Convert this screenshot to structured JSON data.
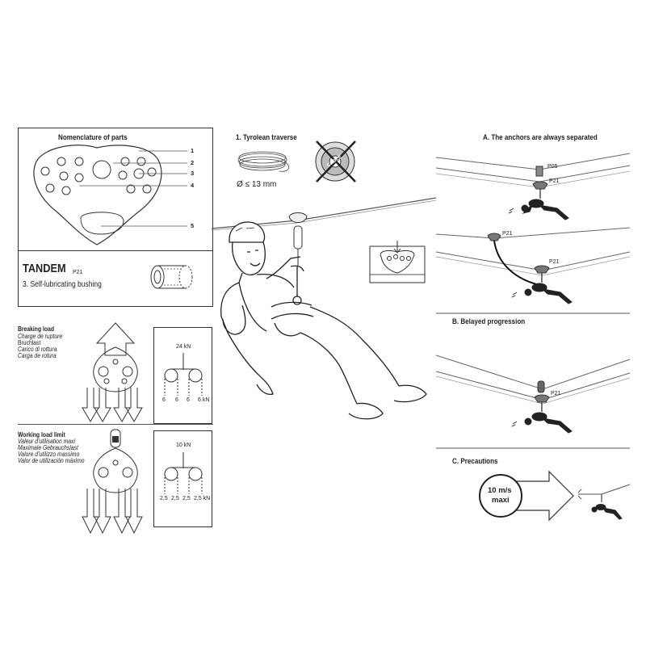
{
  "nomenclature": {
    "title": "Nomenclature of parts",
    "callouts": [
      "1",
      "2",
      "3",
      "4",
      "5"
    ]
  },
  "tandem": {
    "name": "TANDEM",
    "model": "P21",
    "bushing": "3. Self-lubricating bushing"
  },
  "breaking_load": {
    "title": "Breaking load",
    "translations": [
      "Charge de rupture",
      "Bruchlast",
      "Carico di rottura",
      "Carga de rotura"
    ],
    "top_value": "24 kN",
    "bottom_values": [
      "6",
      "6",
      "6",
      "6 kN"
    ]
  },
  "working_load": {
    "title": "Working load limit",
    "translations": [
      "Valeur d'utilisation maxi",
      "Maximale Gebrauchslast",
      "Valore d'utilizzo massimo",
      "Valor de utilización máximo"
    ],
    "top_value": "10 kN",
    "bottom_values": [
      "2,5",
      "2,5",
      "2,5",
      "2,5 kN"
    ]
  },
  "tyrolean": {
    "title": "1. Tyrolean traverse",
    "diameter": "Ø ≤ 13 mm",
    "cable_label": "CABLE"
  },
  "section_a": {
    "title": "A. The anchors are always separated",
    "labels": [
      "P05",
      "P21",
      "P21",
      "P21"
    ]
  },
  "section_b": {
    "title": "B. Belayed progression",
    "label": "P21"
  },
  "section_c": {
    "title": "C. Precautions",
    "speed_value": "10 m/s",
    "speed_unit": "maxi"
  }
}
